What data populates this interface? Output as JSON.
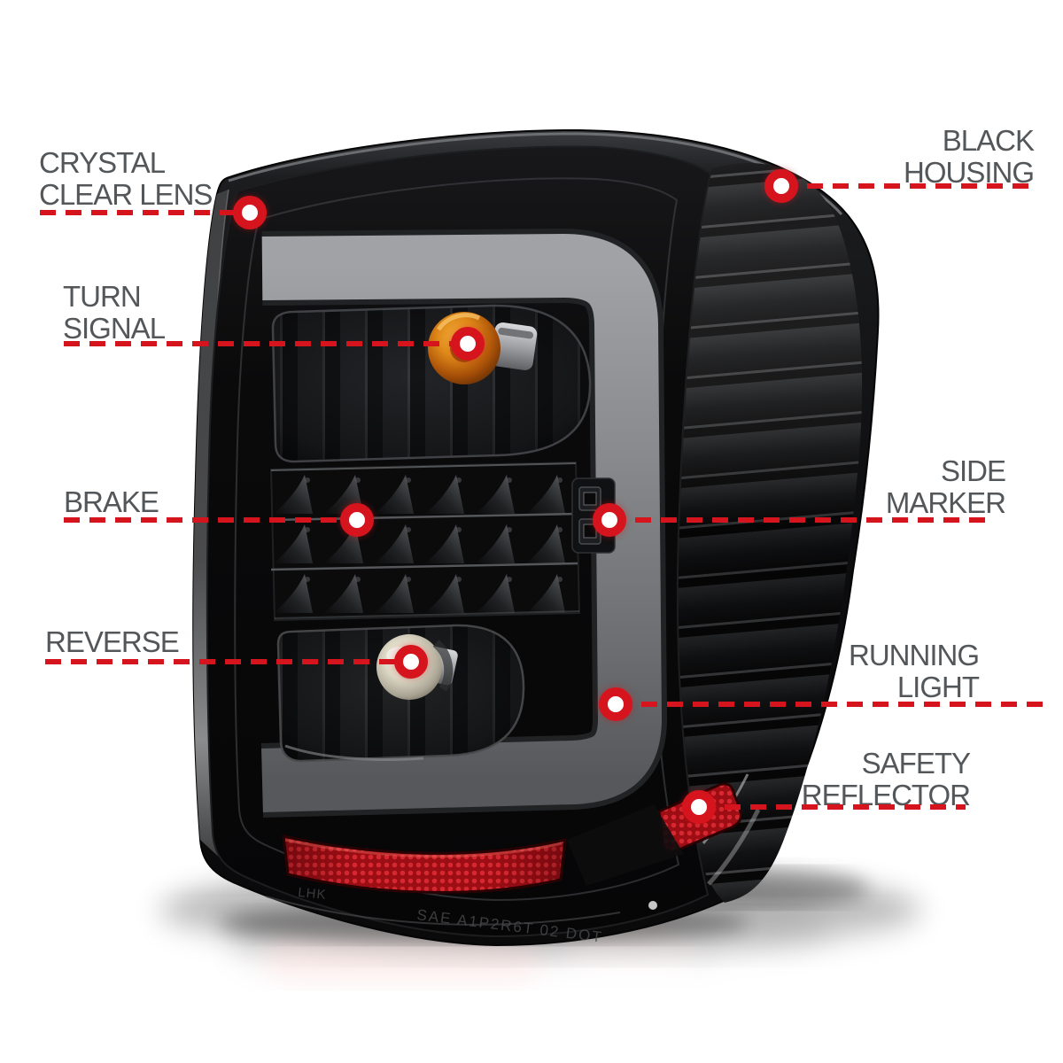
{
  "meta": {
    "description": "Annotated product diagram of an aftermarket LED tail light with black housing and clear lens"
  },
  "style": {
    "background": "#ffffff",
    "accent_red": "#d6141d",
    "label_color": "#54575a",
    "dot_fill": "#ffffff",
    "amber_bulb": "#e08a1a",
    "reflector_red": "#c41420",
    "light_bar_gray": "#898b8e",
    "housing_black": "#0a0a0b"
  },
  "product": {
    "name": "LED tail light with black housing and crystal clear lens",
    "molded_text": "SAE A1P2R6T 02 DOT",
    "molded_text_2": "LHK"
  },
  "callouts": [
    {
      "id": "crystal-clear-lens",
      "label": "CRYSTAL CLEAR LENS",
      "lines": [
        "CRYSTAL",
        "CLEAR LENS"
      ],
      "side": "left"
    },
    {
      "id": "turn-signal",
      "label": "TURN SIGNAL",
      "lines": [
        "TURN",
        "SIGNAL"
      ],
      "side": "left"
    },
    {
      "id": "brake",
      "label": "BRAKE",
      "lines": [
        "BRAKE"
      ],
      "side": "left"
    },
    {
      "id": "reverse",
      "label": "REVERSE",
      "lines": [
        "REVERSE"
      ],
      "side": "left"
    },
    {
      "id": "black-housing",
      "label": "BLACK HOUSING",
      "lines": [
        "BLACK",
        "HOUSING"
      ],
      "side": "right"
    },
    {
      "id": "side-marker",
      "label": "SIDE MARKER",
      "lines": [
        "SIDE",
        "MARKER"
      ],
      "side": "right"
    },
    {
      "id": "running-light",
      "label": "RUNNING LIGHT",
      "lines": [
        "RUNNING",
        "LIGHT"
      ],
      "side": "right"
    },
    {
      "id": "safety-reflector",
      "label": "SAFETY REFLECTOR",
      "lines": [
        "SAFETY",
        "REFLECTOR"
      ],
      "side": "right"
    }
  ]
}
